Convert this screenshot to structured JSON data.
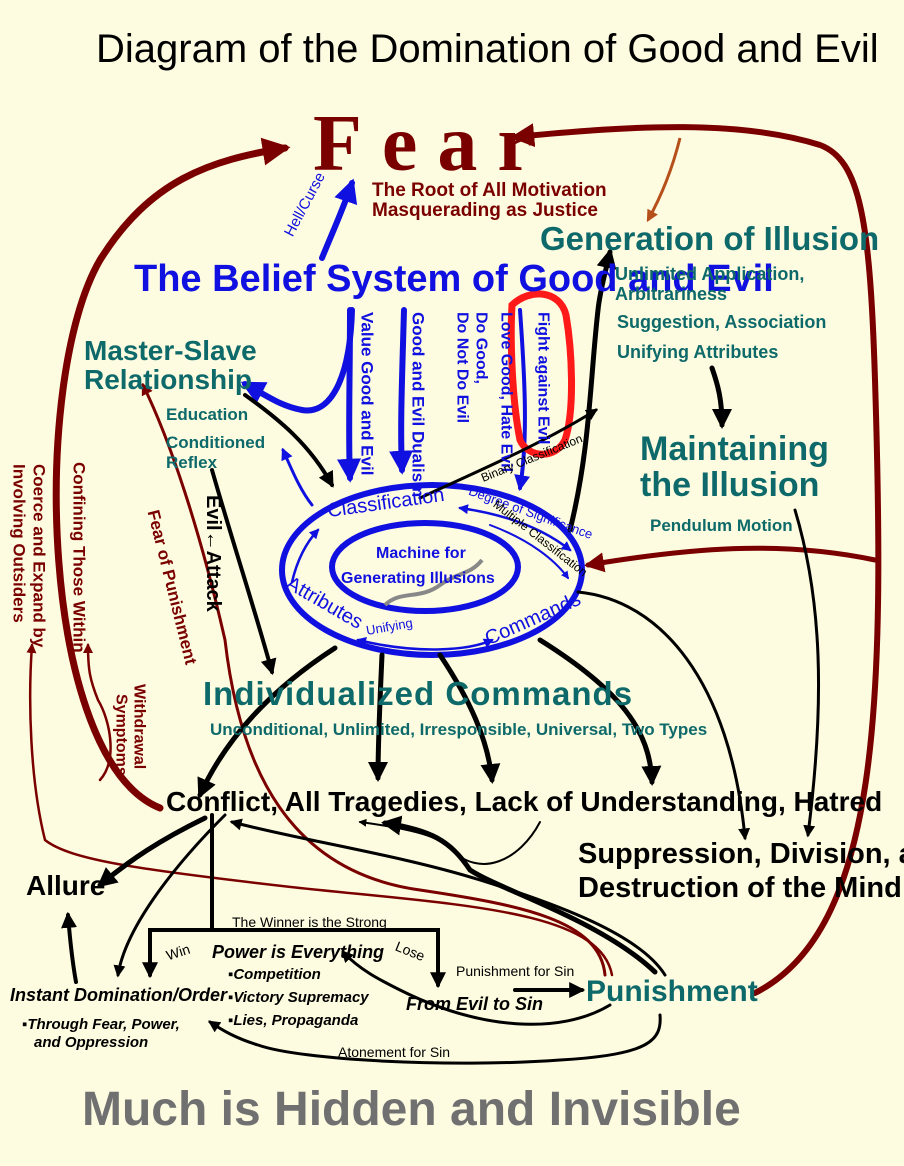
{
  "title": "Diagram of the Domination of Good and Evil",
  "fear": {
    "label": "Fear",
    "sub1": "The Root of All Motivation",
    "sub2": "Masquerading as Justice",
    "hell_curse": "Hell/Curse"
  },
  "belief_system": "The Belief System of Good and Evil",
  "belief_labels": {
    "value": "Value Good and Evil",
    "dualism": "Good and Evil Dualism",
    "do_good": "Do Good,",
    "do_not": "Do Not Do Evil",
    "love": "Love Good, Hate Evil",
    "fight": "Fight against Evil"
  },
  "generation": {
    "title": "Generation of Illusion",
    "item1a": "Unlimited Application,",
    "item1b": "Arbitrariness",
    "item2": "Suggestion, Association",
    "item3": "Unifying Attributes"
  },
  "maintaining": {
    "line1": "Maintaining",
    "line2": "the Illusion",
    "sub": "Pendulum Motion"
  },
  "master_slave": {
    "line1": "Master-Slave",
    "line2": "Relationship",
    "education": "Education",
    "conditioned": "Conditioned",
    "reflex": "Reflex"
  },
  "evil_attack": "Evil←Attack",
  "fear_of_punishment": "Fear of Punishment",
  "confining": "Confining Those Within",
  "coerce_line1": "Coerce and Expand by",
  "coerce_line2": "Involving Outsiders",
  "withdrawal_line1": "Withdrawal",
  "withdrawal_line2": "Symptoms",
  "machine": {
    "center1": "Machine for",
    "center2": "Generating Illusions",
    "classification": "Classification",
    "attributes": "Attributes",
    "commands": "Commands",
    "unifying": "Unifying",
    "degree": "Degree of Significance",
    "multiple": "Multiple Classification",
    "binary": "Binary Classification"
  },
  "commands": {
    "title": "Individualized Commands",
    "sub": "Unconditional, Unlimited, Irresponsible, Universal, Two Types"
  },
  "conflict": "Conflict, All Tragedies, Lack of Understanding, Hatred",
  "suppression": {
    "line1": "Suppression, Division, and",
    "line2": "Destruction of the Mind"
  },
  "allure": "Allure",
  "winner": "The Winner is the Strong",
  "win": "Win",
  "lose": "Lose",
  "power": {
    "title": "Power is Everything",
    "item1": "▪Competition",
    "item2": "▪Victory Supremacy",
    "item3": "▪Lies, Propaganda"
  },
  "from_evil": "From Evil to Sin",
  "punishment_for_sin": "Punishment for Sin",
  "punishment": "Punishment",
  "atonement": "Atonement for Sin",
  "instant": {
    "title": "Instant Domination/Order",
    "sub1": "▪Through Fear, Power,",
    "sub2": "and Oppression"
  },
  "footer": "Much is Hidden and Invisible",
  "colors": {
    "background": "#fdfbe0",
    "blue": "#1010e0",
    "maroon": "#7a0000",
    "teal": "#0e6a6a",
    "red_highlight": "#ff1a1a",
    "brown": "#b5501a"
  }
}
